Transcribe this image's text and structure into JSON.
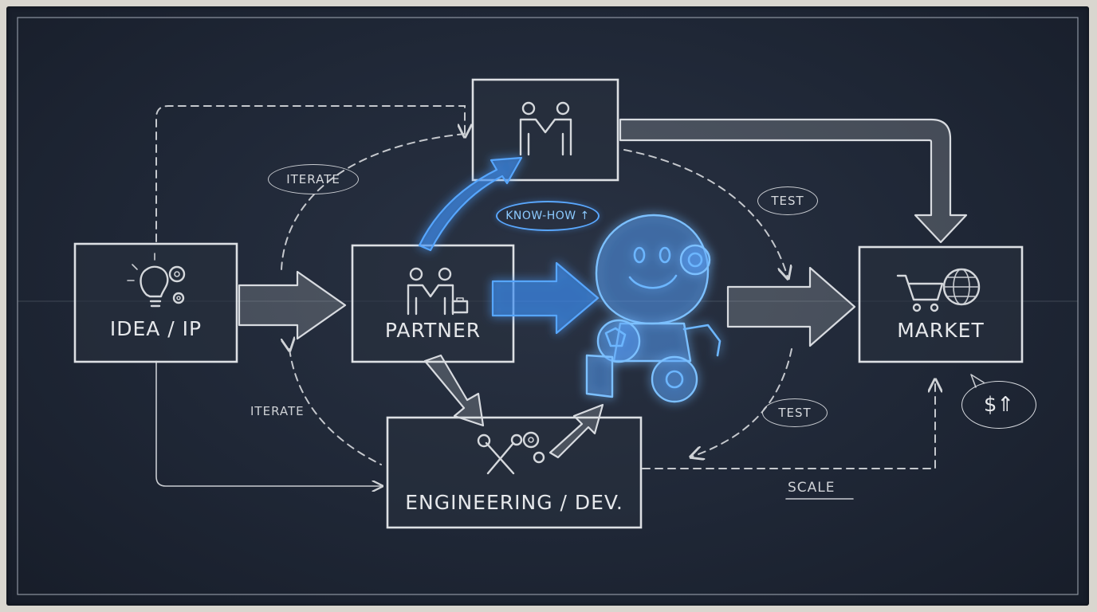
{
  "nodes": {
    "idea": {
      "label": "IDEA / IP",
      "icon": "lightbulb-gears-icon"
    },
    "partner_top": {
      "icon": "handshake-icon"
    },
    "partner": {
      "label": "PARTNER",
      "icon": "partners-briefcase-icon"
    },
    "engineering": {
      "label": "ENGINEERING / DEV.",
      "icon": "wrench-gears-icon"
    },
    "market": {
      "label": "MARKET",
      "icon": "cart-globe-icon"
    }
  },
  "labels": {
    "iterate_top": "ITERATE",
    "iterate_bottom": "ITERATE",
    "test_top": "TEST",
    "test_bottom": "TEST",
    "know_how": "KNOW-HOW ↑",
    "scale": "SCALE",
    "revenue": "$⇑"
  },
  "robot": {
    "icon": "robot-with-soccer-ball-icon"
  },
  "colors": {
    "background": "#1f2736",
    "chalk": "#d5d8dc",
    "accent_blue": "#57a6ff"
  }
}
